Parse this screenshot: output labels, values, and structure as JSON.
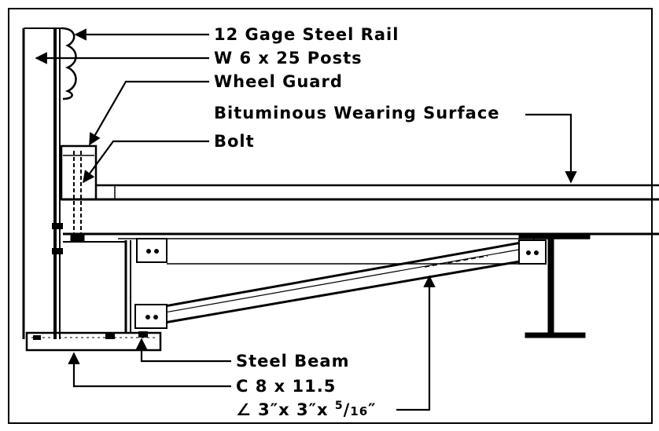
{
  "labels": {
    "rail": "12 Gage Steel Rail",
    "posts": "W 6 x 25 Posts",
    "wheel_guard": "Wheel Guard",
    "wearing_surface": "Bituminous Wearing Surface",
    "bolt": "Bolt",
    "steel_beam": "Steel Beam",
    "channel": "C 8 x 11.5",
    "angle_prefix": "∠ 3″x 3″x ",
    "angle_frac_num": "5",
    "angle_frac_den": "16",
    "angle_suffix": "″"
  },
  "colors": {
    "ink": "#000000",
    "paper": "#ffffff"
  }
}
